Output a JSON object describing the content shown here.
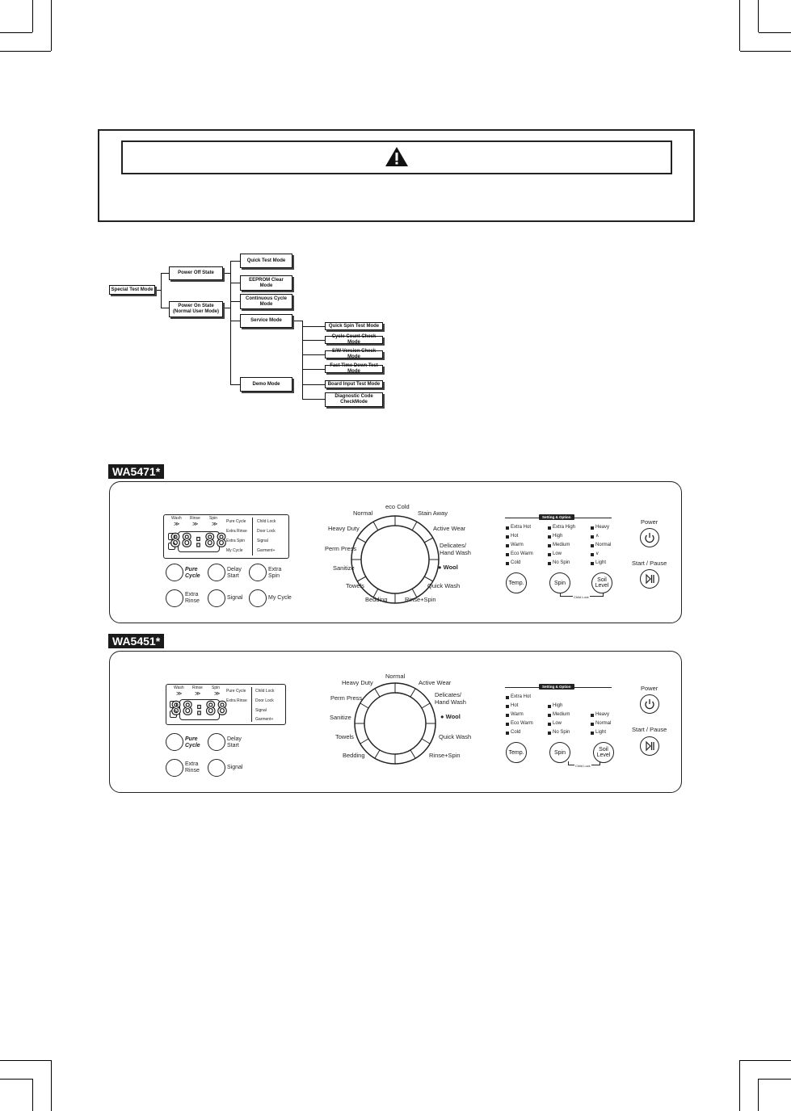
{
  "flowchart": {
    "root": "Special Test Mode",
    "power_off": "Power Off State",
    "power_on_l1": "Power On State",
    "power_on_l2": "(Normal User Mode)",
    "quick_test": "Quick Test Mode",
    "eeprom_l1": "EEPROM Clear",
    "eeprom_l2": "Mode",
    "continuous_l1": "Continuous Cycle",
    "continuous_l2": "Mode",
    "service": "Service Mode",
    "demo": "Demo Mode",
    "quick_spin": "Quick Spin Test Mode",
    "cycle_count": "Cycle Count Check Mode",
    "sw_version": "S/W Version Check Mode",
    "fast_time": "Fast Time Down Test Mode",
    "board_input": "Board Input Test Mode",
    "diag_l1": "Diagnostic Code",
    "diag_l2": "CheckMode"
  },
  "panel1": {
    "model": "WA5471*",
    "display_wash": "Wash",
    "display_rinse": "Rinse",
    "display_spin": "Spin",
    "digits": "88:88",
    "indicators_left": [
      "Pure Cycle",
      "Extra Rinse",
      "Extra Spin",
      "My Cycle"
    ],
    "indicators_right": [
      "Child Lock",
      "Door Lock",
      "Signal",
      "Garment+"
    ],
    "btn_pure_1": "Pure",
    "btn_pure_2": "Cycle",
    "btn_delay_1": "Delay",
    "btn_delay_2": "Start",
    "btn_xspin_1": "Extra",
    "btn_xspin_2": "Spin",
    "btn_xrinse_1": "Extra",
    "btn_xrinse_2": "Rinse",
    "btn_signal": "Signal",
    "btn_mycycle": "My Cycle",
    "dial": {
      "eco": "eco",
      "eco_cold": "Cold",
      "normal": "Normal",
      "stain_away": "Stain Away",
      "heavy_duty": "Heavy Duty",
      "active_wear": "Active Wear",
      "perm_press": "Perm Press",
      "delicates_1": "Delicates/",
      "delicates_2": "Hand Wash",
      "sanitize": "Sanitize",
      "wool": "Wool",
      "towels": "Towels",
      "quick_wash": "Quick Wash",
      "bedding": "Bedding",
      "rinse_spin": "Rinse+Spin"
    },
    "options_header": "Setting & Option",
    "temp_opts": [
      "Extra Hot",
      "Hot",
      "Warm",
      "Eco Warm",
      "Cold"
    ],
    "spin_opts": [
      "Extra High",
      "High",
      "Medium",
      "Low",
      "No Spin"
    ],
    "soil_opts": [
      "Heavy",
      "∧",
      "Normal",
      "∨",
      "Light"
    ],
    "btn_temp": "Temp.",
    "btn_spin": "Spin",
    "btn_soil_1": "Soil",
    "btn_soil_2": "Level",
    "child_lock": "Child Lock",
    "power": "Power",
    "start_pause": "Start / Pause"
  },
  "panel2": {
    "model": "WA5451*",
    "display_wash": "Wash",
    "display_rinse": "Rinse",
    "display_spin": "Spin",
    "digits": "88:88",
    "indicators_left": [
      "Pure Cycle",
      "Extra Rinse"
    ],
    "indicators_right": [
      "Child Lock",
      "Door Lock",
      "Signal",
      "Garment+"
    ],
    "btn_pure_1": "Pure",
    "btn_pure_2": "Cycle",
    "btn_delay_1": "Delay",
    "btn_delay_2": "Start",
    "btn_xrinse_1": "Extra",
    "btn_xrinse_2": "Rinse",
    "btn_signal": "Signal",
    "dial": {
      "normal": "Normal",
      "heavy_duty": "Heavy Duty",
      "active_wear": "Active Wear",
      "perm_press": "Perm Press",
      "delicates_1": "Delicates/",
      "delicates_2": "Hand Wash",
      "sanitize": "Sanitize",
      "wool": "Wool",
      "towels": "Towels",
      "quick_wash": "Quick Wash",
      "bedding": "Bedding",
      "rinse_spin": "Rinse+Spin"
    },
    "options_header": "Setting & Option",
    "temp_opts": [
      "Extra Hot",
      "Hot",
      "Warm",
      "Eco Warm",
      "Cold"
    ],
    "spin_opts": [
      "High",
      "Medium",
      "Low",
      "No Spin"
    ],
    "soil_opts": [
      "Heavy",
      "Normal",
      "Light"
    ],
    "btn_temp": "Temp.",
    "btn_spin": "Spin",
    "btn_soil_1": "Soil",
    "btn_soil_2": "Level",
    "child_lock": "Child Lock",
    "power": "Power",
    "start_pause": "Start / Pause"
  }
}
